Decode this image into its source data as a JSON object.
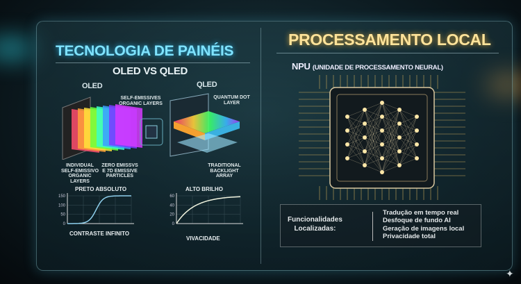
{
  "left": {
    "title": "Tecnologia de Painéis",
    "subtitle": "OLED VS QLED",
    "oled": {
      "label": "OLED",
      "callout_top": "Self-Emissives Organic Layers",
      "callout_left": "Individual Self-Emissivo Organic Layers",
      "callout_bottom": "Zero Emissvs e 7D Emissive Particles"
    },
    "qled": {
      "label": "QLED",
      "callout_top": "Quantum Dot Layer",
      "callout_bottom": "Traditional Backlight Array"
    },
    "chart_oled": {
      "title": "Preto Absoluto",
      "xlabel": "Contraste Infinito",
      "ticks": [
        "150",
        "100",
        "50",
        "0"
      ]
    },
    "chart_qled": {
      "title": "Alto Brilho",
      "xlabel": "Vivacidade",
      "ticks": [
        "60",
        "40",
        "20",
        "0"
      ]
    }
  },
  "right": {
    "title": "Processamento Local",
    "npu": "NPU",
    "npu_full": "(Unidade de Processamento Neural)",
    "features_label_1": "Funcionalidades",
    "features_label_2": "Localizadas:",
    "features": [
      "Tradução em tempo real",
      "Desfoque de fundo AI",
      "Geração de imagens local",
      "Privacidade total"
    ]
  },
  "colors": {
    "left_accent": "#7fe3ff",
    "right_accent": "#ffe39a",
    "background": "#0d1c22"
  }
}
